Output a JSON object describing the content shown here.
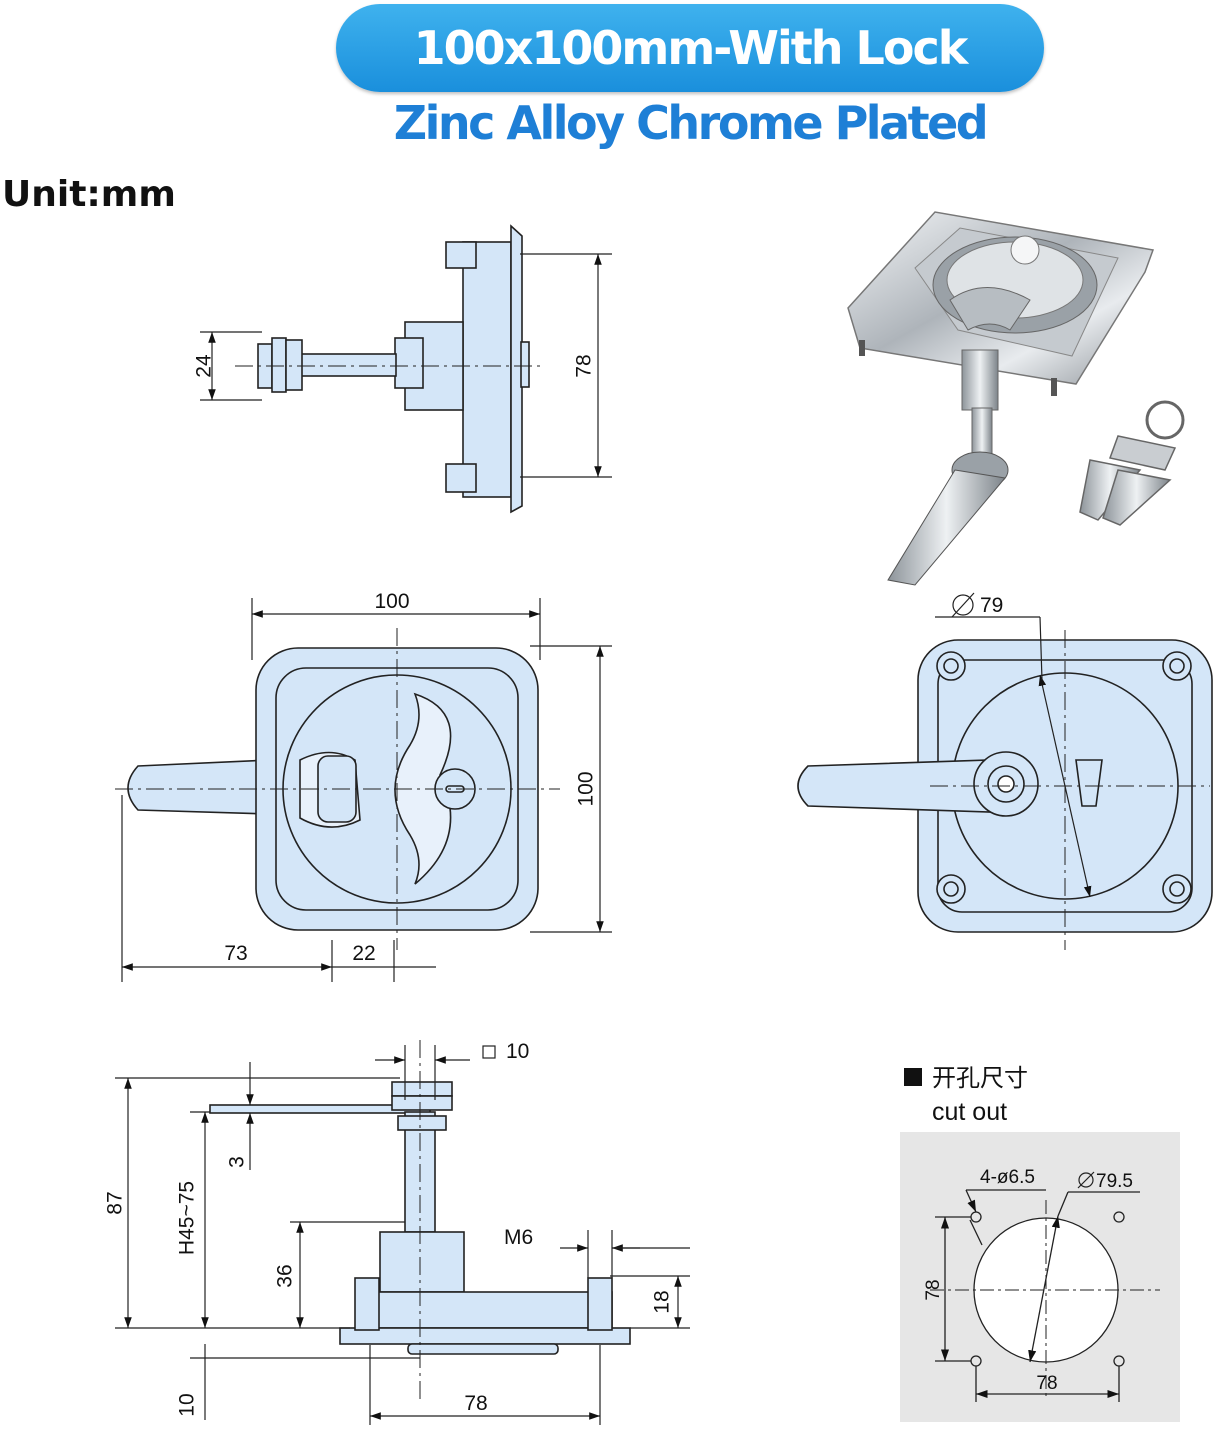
{
  "header": {
    "title": "100x100mm-With Lock",
    "subtitle": "Zinc Alloy Chrome Plated",
    "unit_label": "Unit:mm"
  },
  "colors": {
    "banner": "#2a9fe6",
    "subtitle": "#1e7fd6",
    "part_fill": "#d4e6f8",
    "cutout_bg": "#e6e6e6"
  },
  "side_view": {
    "dim_height": "24",
    "dim_total": "78"
  },
  "front_view": {
    "dim_width": "100",
    "dim_height": "100",
    "dim_handle": "73",
    "dim_offset": "22"
  },
  "back_view": {
    "dim_diameter": "79"
  },
  "bottom_view": {
    "dim_square": "10",
    "dim_total": "87",
    "dim_range": "H45~75",
    "dim_plate": "3",
    "dim_body": "36",
    "dim_thread": "M6",
    "dim_flange": "18",
    "dim_base": "10",
    "dim_width": "78"
  },
  "cutout": {
    "title_cn": "开孔尺寸",
    "title_en": "cut out",
    "holes": "4-ø6.5",
    "diameter": "79.5",
    "height": "78",
    "width": "78"
  },
  "photo": {
    "icon": "lock-product-photo",
    "keys_icon": "keys-icon"
  }
}
